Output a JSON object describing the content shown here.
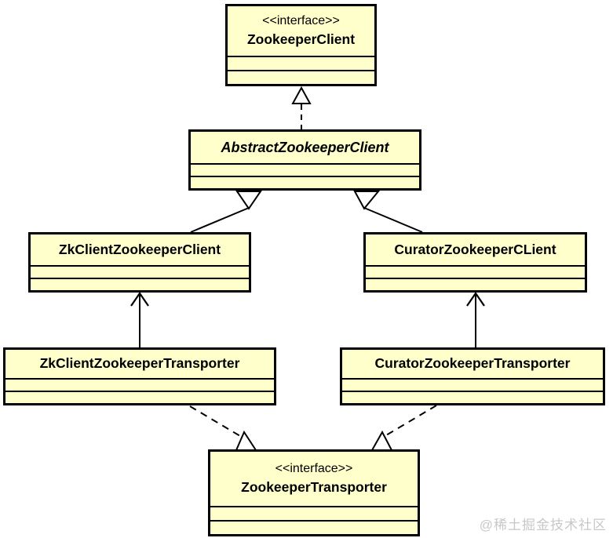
{
  "diagram_type": "uml-class-diagram",
  "colors": {
    "class_fill": "#ffffcc",
    "line": "#000000",
    "watermark_text": "#c8c8c8"
  },
  "classes": [
    {
      "stereotype": "<<interface>>",
      "name": "ZookeeperClient"
    },
    {
      "name": "AbstractZookeeperClient"
    },
    {
      "name": "ZkClientZookeeperClient"
    },
    {
      "name": "CuratorZookeeperCLient"
    },
    {
      "name": "ZkClientZookeeperTransporter"
    },
    {
      "name": "CuratorZookeeperTransporter"
    },
    {
      "stereotype": "<<interface>>",
      "name": "ZookeeperTransporter"
    }
  ],
  "relationships": [
    {
      "from": "AbstractZookeeperClient",
      "to": "ZookeeperClient",
      "type": "realization",
      "line": "dashed",
      "head": "hollow-triangle"
    },
    {
      "from": "ZkClientZookeeperClient",
      "to": "AbstractZookeeperClient",
      "type": "generalization",
      "line": "solid",
      "head": "hollow-triangle"
    },
    {
      "from": "CuratorZookeeperCLient",
      "to": "AbstractZookeeperClient",
      "type": "generalization",
      "line": "solid",
      "head": "hollow-triangle"
    },
    {
      "from": "ZkClientZookeeperTransporter",
      "to": "ZkClientZookeeperClient",
      "type": "association",
      "line": "solid",
      "head": "open-arrow"
    },
    {
      "from": "CuratorZookeeperTransporter",
      "to": "CuratorZookeeperCLient",
      "type": "association",
      "line": "solid",
      "head": "open-arrow"
    },
    {
      "from": "ZkClientZookeeperTransporter",
      "to": "ZookeeperTransporter",
      "type": "realization",
      "line": "dashed",
      "head": "hollow-triangle"
    },
    {
      "from": "CuratorZookeeperTransporter",
      "to": "ZookeeperTransporter",
      "type": "realization",
      "line": "dashed",
      "head": "hollow-triangle"
    }
  ],
  "watermark": {
    "text": "@稀土掘金技术社区"
  }
}
